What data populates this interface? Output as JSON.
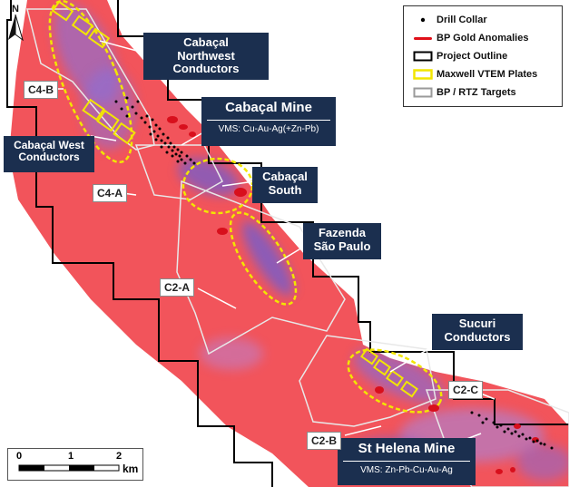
{
  "north_label": "N",
  "legend": {
    "items": [
      {
        "label": "Drill Collar",
        "symbol": "dot",
        "color": "#000000"
      },
      {
        "label": "BP Gold Anomalies",
        "symbol": "line",
        "color": "#e0101a"
      },
      {
        "label": "Project Outline",
        "symbol": "box",
        "color": "#000000"
      },
      {
        "label": "Maxwell VTEM Plates",
        "symbol": "box",
        "color": "#f2e600"
      },
      {
        "label": "BP / RTZ Targets",
        "symbol": "box",
        "color": "#9a9a9a"
      }
    ]
  },
  "callouts": {
    "cabacal_northwest": "Cabaçal\nNorthwest\nConductors",
    "cabacal_mine_title": "Cabaçal Mine",
    "cabacal_mine_sub": "VMS: Cu-Au-Ag(+Zn-Pb)",
    "cabacal_west": "Cabaçal West\nConductors",
    "cabacal_south": "Cabaçal\nSouth",
    "fazenda": "Fazenda\nSão Paulo",
    "sucuri": "Sucuri\nConductors",
    "st_helena_title": "St Helena Mine",
    "st_helena_sub": "VMS: Zn-Pb-Cu-Au-Ag"
  },
  "targets": {
    "c4b": "C4-B",
    "c4a": "C4-A",
    "c2a": "C2-A",
    "c2b": "C2-B",
    "c2c": "C2-C"
  },
  "scalebar": {
    "ticks": [
      "0",
      "1",
      "2"
    ],
    "unit": "km"
  },
  "colors": {
    "survey_red": "#f2545b",
    "conductor_blue": "#7c6bd8",
    "callout_navy": "#1b2f4f",
    "vtem_yellow": "#f2e600",
    "gold_anomaly": "#d80f1c"
  }
}
